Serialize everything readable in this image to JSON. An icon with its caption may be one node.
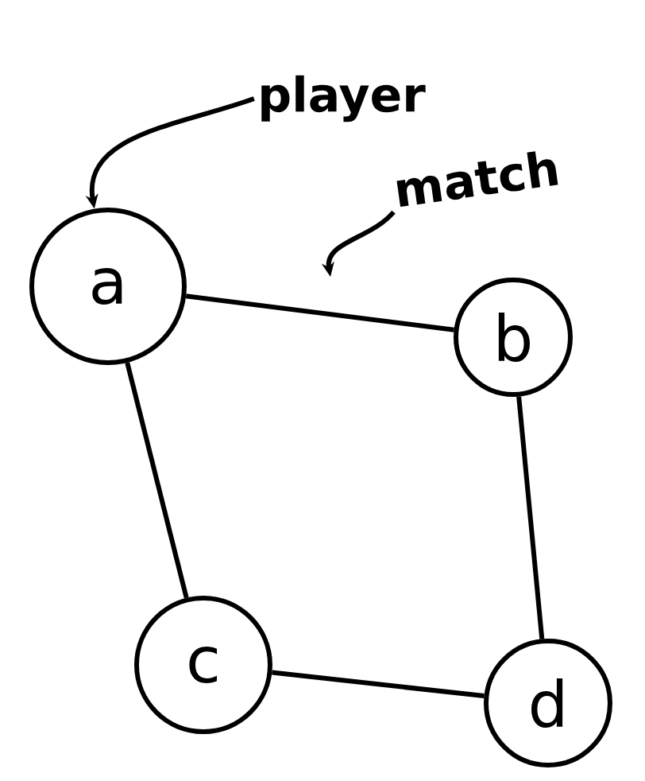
{
  "diagram": {
    "nodes": [
      {
        "text": [
          "player"
        ]
      },
      {
        "text": [
          "match"
        ]
      },
      {
        "text": [
          "a"
        ]
      },
      {
        "text": [
          "b"
        ]
      },
      {
        "text": [
          "c"
        ]
      },
      {
        "text": [
          "d"
        ]
      }
    ],
    "edges": [
      {
        "from": 0,
        "to": 2,
        "arrow": "to"
      },
      {
        "from": 1,
        "to": null,
        "arrow": "to"
      },
      {
        "from": 2,
        "to": 3,
        "arrow": "none"
      },
      {
        "from": 2,
        "to": 4,
        "arrow": "none"
      },
      {
        "from": 3,
        "to": 5,
        "arrow": "none"
      },
      {
        "from": 4,
        "to": 5,
        "arrow": "none"
      }
    ]
  }
}
